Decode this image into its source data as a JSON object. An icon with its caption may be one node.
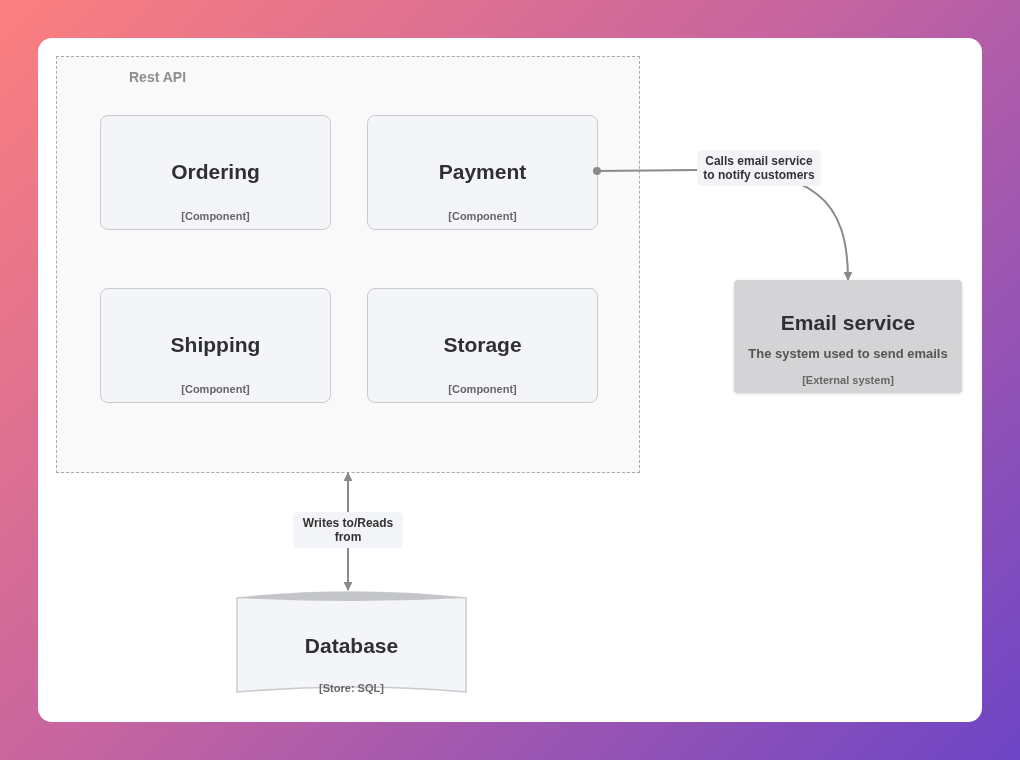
{
  "diagram": {
    "nodes": [
      {
        "text": [
          "Rest API"
        ]
      },
      {
        "text": [
          "Ordering",
          "[Component]"
        ],
        "in": 0
      },
      {
        "text": [
          "Payment",
          "[Component]"
        ],
        "in": 0
      },
      {
        "text": [
          "Shipping",
          "[Component]"
        ],
        "in": 0
      },
      {
        "text": [
          "Storage",
          "[Component]"
        ],
        "in": 0
      },
      {
        "text": [
          "Email service",
          "The system used to send emails",
          "[External system]"
        ]
      },
      {
        "text": [
          "Database",
          "[Store: SQL]"
        ]
      }
    ],
    "edges": [
      {
        "from": 2,
        "to": 5,
        "arrow": "to",
        "label": "Calls email service to notify customers"
      },
      {
        "from": 0,
        "to": 6,
        "arrow": "both",
        "label": "Writes to/Reads from"
      }
    ]
  }
}
